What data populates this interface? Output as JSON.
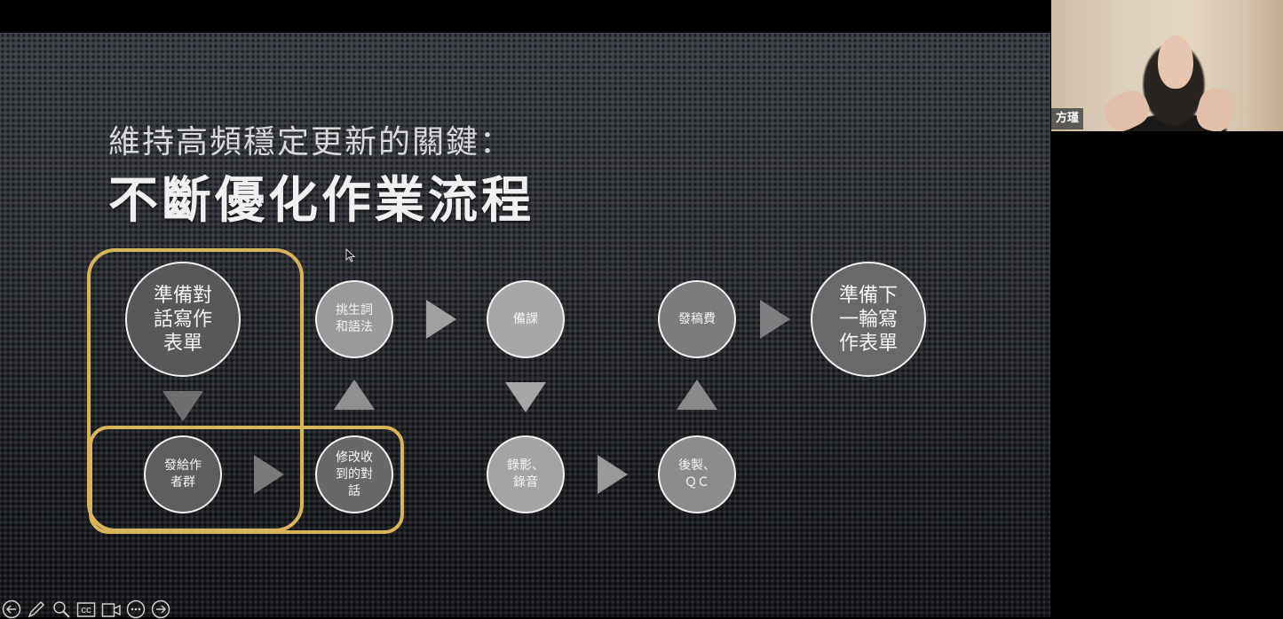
{
  "slide": {
    "subtitle": "維持高頻穩定更新的關鍵：",
    "title": "不斷優化作業流程",
    "accent_color": "#d8b55a",
    "nodes": [
      {
        "id": "prepare-form",
        "label": "準備對\n話寫作\n表單",
        "fill": "#585858"
      },
      {
        "id": "send-to-authors",
        "label": "發給作\n者群",
        "fill": "#5e5e5e"
      },
      {
        "id": "revise-dialogues",
        "label": "修改收\n到的對\n話",
        "fill": "#686868"
      },
      {
        "id": "pick-vocab",
        "label": "挑生詞\n和語法",
        "fill": "#9a9a9a"
      },
      {
        "id": "prepare-lesson",
        "label": "備課",
        "fill": "#a7a7a7"
      },
      {
        "id": "record",
        "label": "錄影、\n錄音",
        "fill": "#a4a4a4"
      },
      {
        "id": "post-production",
        "label": "後製、\nＱＣ",
        "fill": "#8c8c8c"
      },
      {
        "id": "pay-fees",
        "label": "發稿費",
        "fill": "#7c7c7c"
      },
      {
        "id": "prepare-next",
        "label": "準備下\n一輪寫\n作表單",
        "fill": "#696969"
      }
    ]
  },
  "presenter_controls": [
    {
      "name": "previous",
      "icon": "arrow-left-circle-icon"
    },
    {
      "name": "pen",
      "icon": "pen-icon"
    },
    {
      "name": "zoom",
      "icon": "magnifier-icon"
    },
    {
      "name": "captions",
      "icon": "cc-icon"
    },
    {
      "name": "camera",
      "icon": "video-camera-icon"
    },
    {
      "name": "more",
      "icon": "more-icon"
    },
    {
      "name": "next",
      "icon": "arrow-right-circle-icon"
    }
  ],
  "video_tile": {
    "participant_name": "方瑾"
  }
}
